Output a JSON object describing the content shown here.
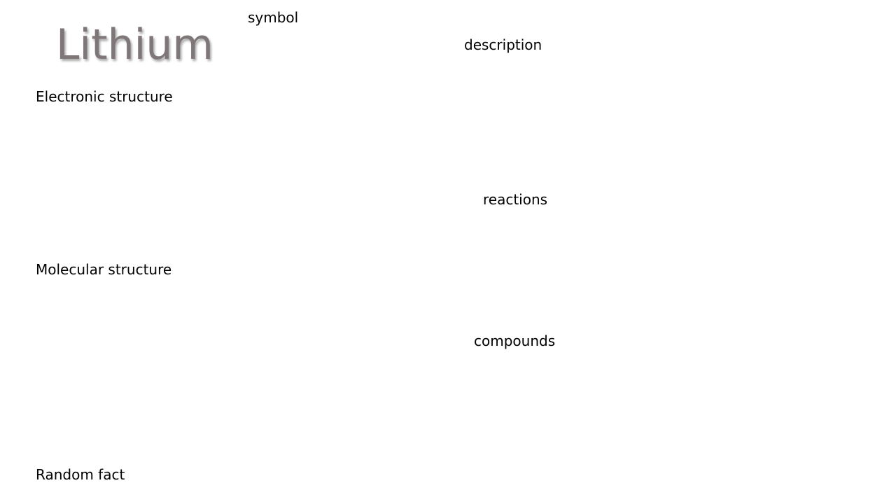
{
  "slide": {
    "title": "Lithium",
    "symbol_label": "symbol",
    "description_label": "description",
    "electronic_structure_label": "Electronic structure",
    "reactions_label": "reactions",
    "molecular_structure_label": "Molecular structure",
    "compounds_label": "compounds",
    "random_fact_label": "Random fact"
  },
  "colors": {
    "title": "#7f7777",
    "text": "#000000",
    "background": "#ffffff"
  }
}
